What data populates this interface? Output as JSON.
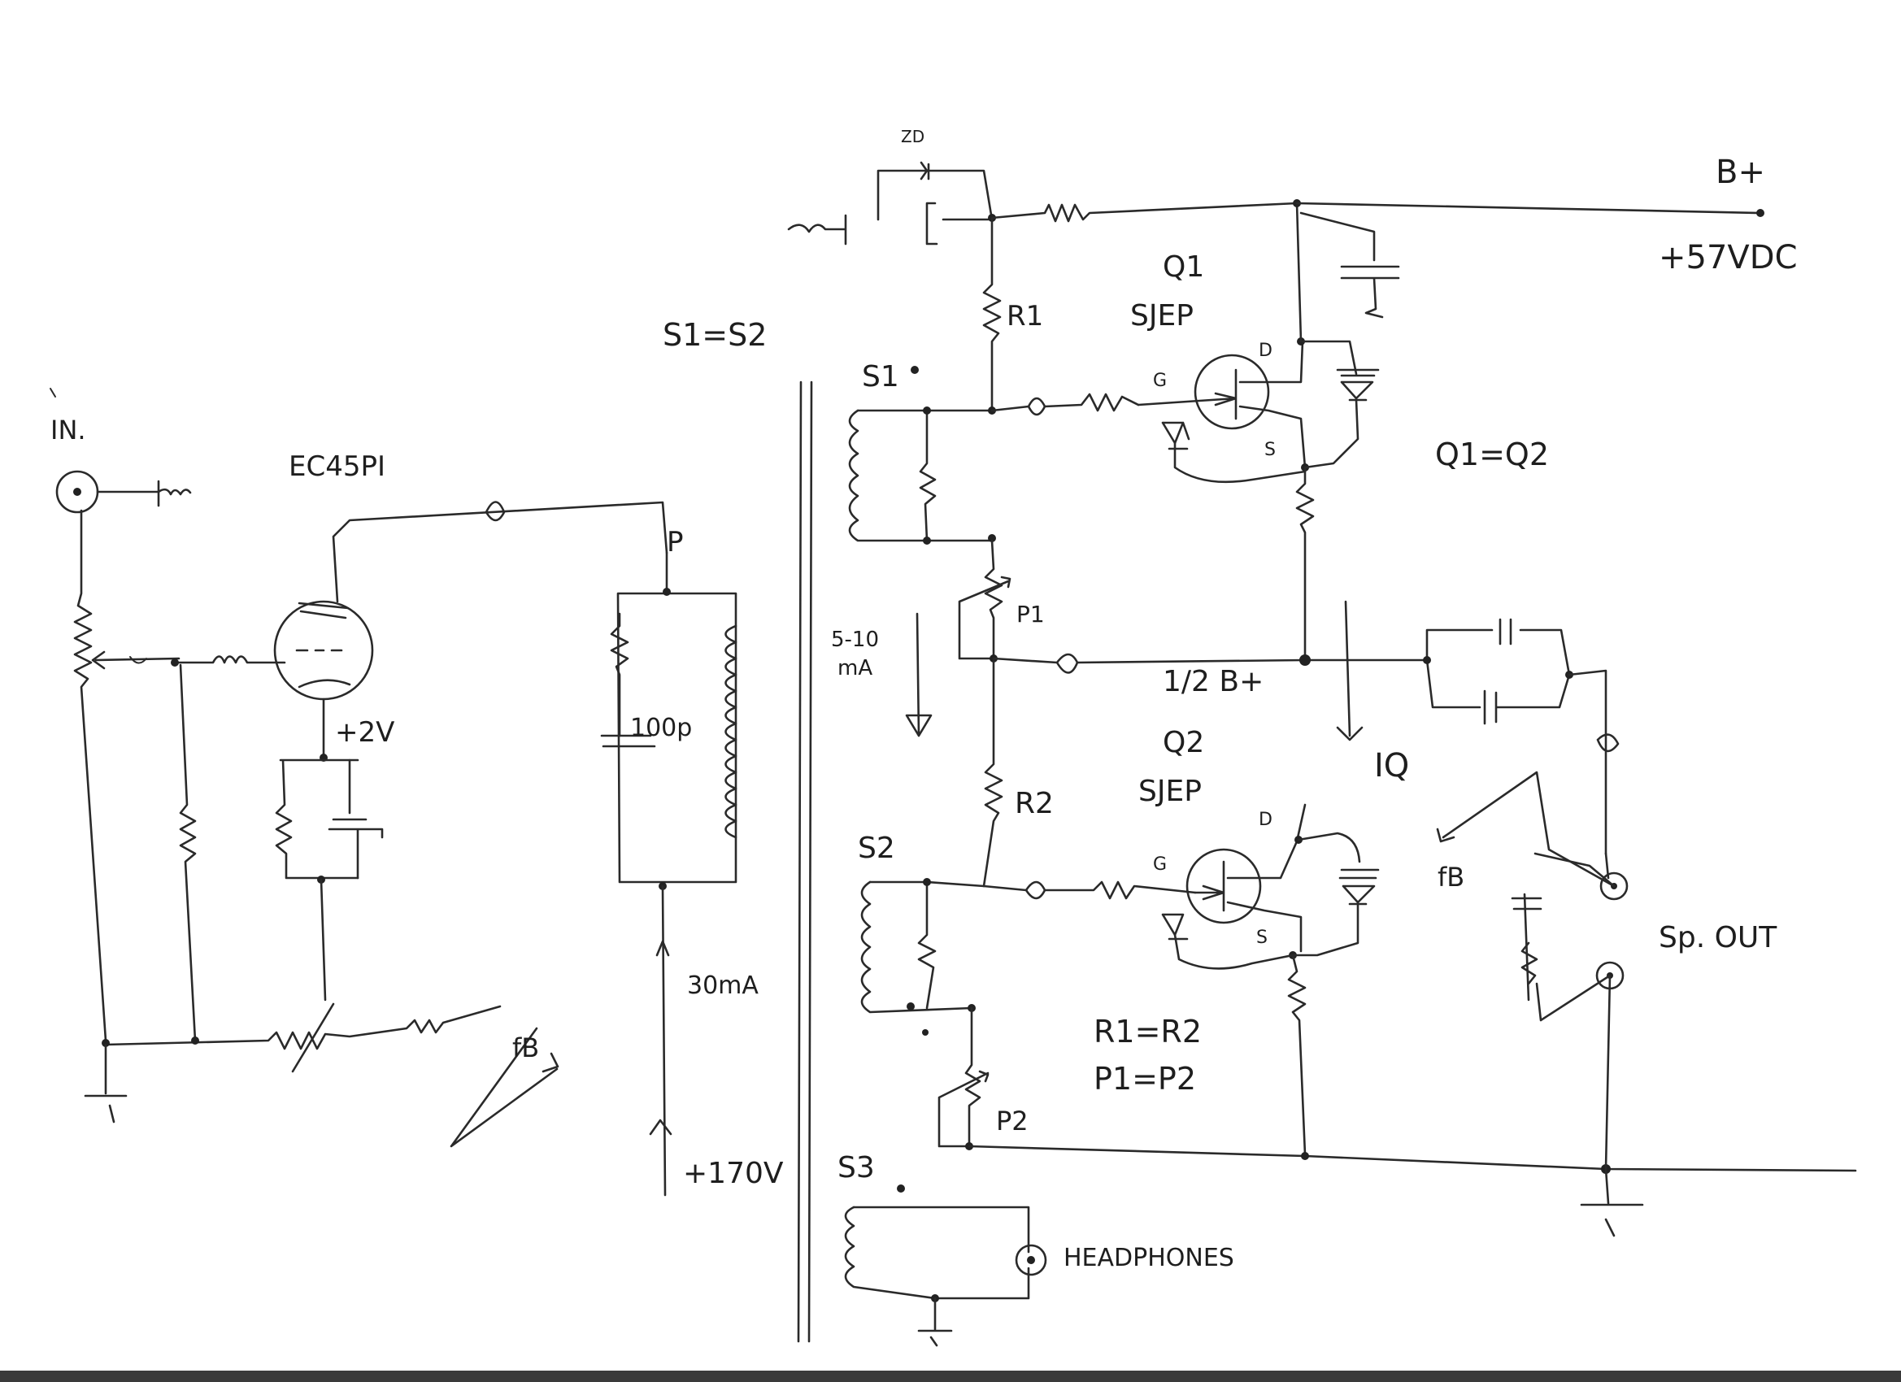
{
  "labels": {
    "input": "IN.",
    "tube": "EC45PI",
    "plus2v": "+2V",
    "p": "P",
    "cap100p": "100p",
    "ma30": "30mA",
    "plus170": "+170V",
    "fb_left": "fB",
    "s1_eq_s2": "S1=S2",
    "s1": "S1",
    "s2": "S2",
    "s3": "S3",
    "zd": "ZD",
    "r1": "R1",
    "r2": "R2",
    "p1": "P1",
    "p2": "P2",
    "q1": "Q1",
    "q2": "Q2",
    "sjep1": "SJEP",
    "sjep2": "SJEP",
    "gate1": "G",
    "drain1": "D",
    "source1": "S",
    "gate2": "G",
    "drain2": "D",
    "source2": "S",
    "current_5_10": "5-10",
    "ma_5_10": "mA",
    "half_bplus": "1/2 B+",
    "iq": "IQ",
    "q1_eq_q2": "Q1=Q2",
    "bplus": "B+",
    "plus57": "+57VDC",
    "fb_right": "fB",
    "sp_out": "Sp. OUT",
    "r1_eq_r2": "R1=R2",
    "p1_eq_p2": "P1=P2",
    "headphones": "HEADPHONES"
  }
}
